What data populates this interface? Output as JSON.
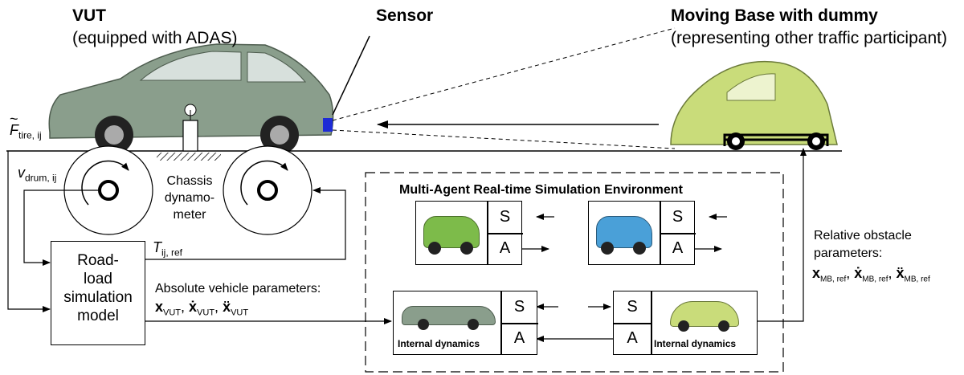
{
  "header": {
    "vut_title": "VUT",
    "vut_subtitle": "(equipped with ADAS)",
    "sensor_title": "Sensor",
    "mb_title": "Moving Base with dummy",
    "mb_subtitle": "(representing other traffic participant)"
  },
  "forces": {
    "f_tire_main": "F",
    "f_tire_sub": "tire, ij",
    "v_drum_main": "v",
    "v_drum_sub": "drum, ij",
    "t_ref_main": "T",
    "t_ref_sub": "ij, ref"
  },
  "dyno": {
    "line1": "Chassis",
    "line2": "dynamo-",
    "line3": "meter"
  },
  "model": {
    "line1": "Road-",
    "line2": "load",
    "line3": "simulation",
    "line4": "model"
  },
  "abs_params": {
    "title": "Absolute vehicle parameters:",
    "x": "x",
    "xdot": "ẋ",
    "xddot": "ẍ",
    "sub": "VUT"
  },
  "rel_params": {
    "line1": "Relative obstacle",
    "line2": "parameters:",
    "x": "x",
    "xdot": "ẋ",
    "xddot": "ẍ",
    "sub": "MB, ref"
  },
  "sim_env": {
    "title": "Multi-Agent Real-time Simulation Environment"
  },
  "agents": {
    "s": "S",
    "a": "A",
    "internal_dynamics": "Internal dynamics"
  },
  "colors": {
    "vut_body": "#8a9e8c",
    "beetle_body": "#c9dc7a",
    "smart_green": "#7dbb4a",
    "smart_blue": "#4aa0d8",
    "sensor": "#1e2bd6"
  }
}
